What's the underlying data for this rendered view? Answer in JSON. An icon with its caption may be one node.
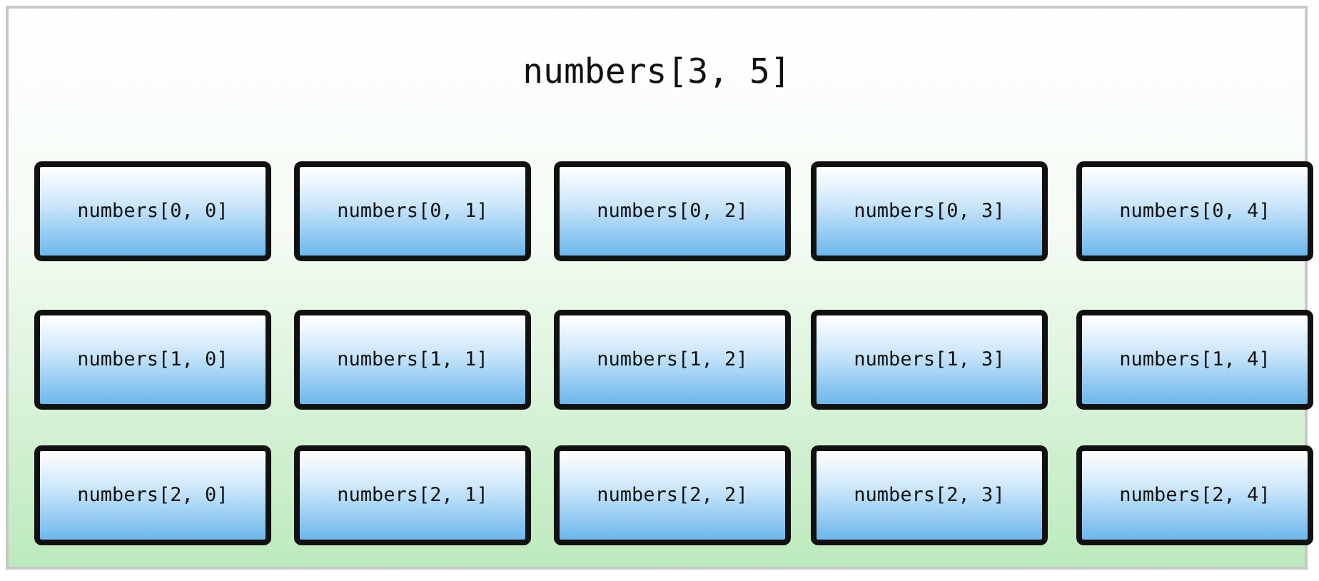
{
  "diagram": {
    "nodes": [
      {
        "text": [
          "numbers[3, 5]"
        ]
      },
      {
        "text": [
          "numbers[0, 0]"
        ],
        "in": 0
      },
      {
        "text": [
          "numbers[0, 1]"
        ],
        "in": 0
      },
      {
        "text": [
          "numbers[0, 2]"
        ],
        "in": 0
      },
      {
        "text": [
          "numbers[0, 3]"
        ],
        "in": 0
      },
      {
        "text": [
          "numbers[0, 4]"
        ],
        "in": 0
      },
      {
        "text": [
          "numbers[1, 0]"
        ],
        "in": 0
      },
      {
        "text": [
          "numbers[1, 1]"
        ],
        "in": 0
      },
      {
        "text": [
          "numbers[1, 2]"
        ],
        "in": 0
      },
      {
        "text": [
          "numbers[1, 3]"
        ],
        "in": 0
      },
      {
        "text": [
          "numbers[1, 4]"
        ],
        "in": 0
      },
      {
        "text": [
          "numbers[2, 0]"
        ],
        "in": 0
      },
      {
        "text": [
          "numbers[2, 1]"
        ],
        "in": 0
      },
      {
        "text": [
          "numbers[2, 2]"
        ],
        "in": 0
      },
      {
        "text": [
          "numbers[2, 3]"
        ],
        "in": 0
      },
      {
        "text": [
          "numbers[2, 4]"
        ],
        "in": 0
      }
    ]
  }
}
